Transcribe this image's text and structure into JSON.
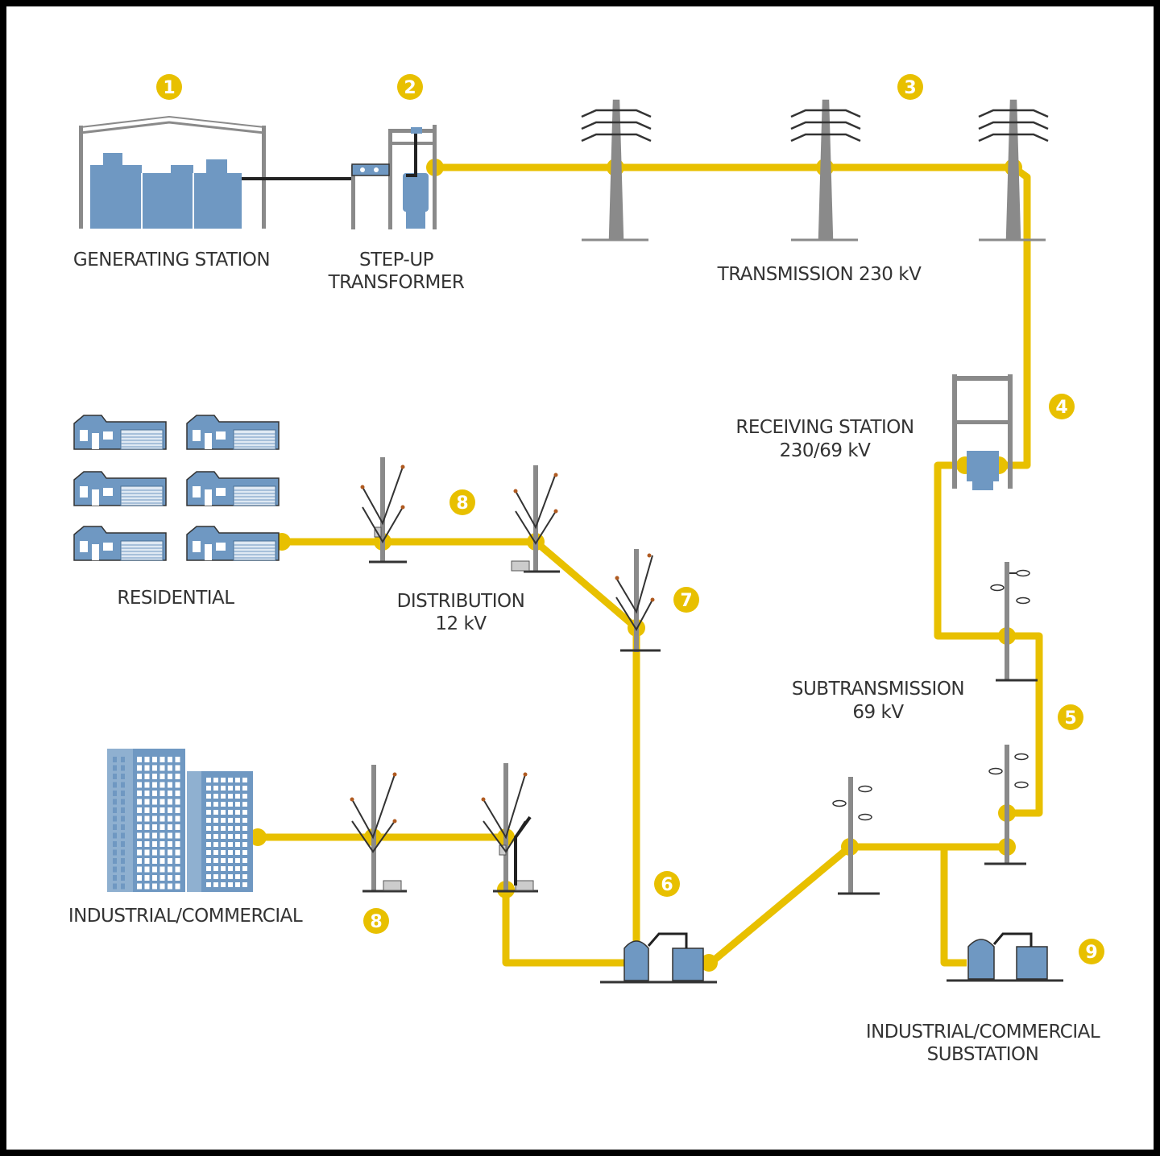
{
  "labels": {
    "generating_station": "GENERATING STATION",
    "step_up_1": "STEP-UP",
    "step_up_2": "TRANSFORMER",
    "transmission": "TRANSMISSION 230 kV",
    "receiving_1": "RECEIVING STATION",
    "receiving_2": "230/69 kV",
    "residential": "RESIDENTIAL",
    "distribution_1": "DISTRIBUTION",
    "distribution_2": "12 kV",
    "subtransmission_1": "SUBTRANSMISSION",
    "subtransmission_2": "69 kV",
    "industrial_commercial": "INDUSTRIAL/COMMERCIAL",
    "substation_1": "INDUSTRIAL/COMMERCIAL",
    "substation_2": "SUBSTATION"
  },
  "markers": {
    "m1": "1",
    "m2": "2",
    "m3": "3",
    "m4": "4",
    "m5": "5",
    "m6": "6",
    "m7": "7",
    "m8a": "8",
    "m8b": "8",
    "m9": "9"
  },
  "colors": {
    "power_line": "#e8c000",
    "equipment": "#6f98c2",
    "equipment_dark": "#4a6f96",
    "structure": "#8a8a8a",
    "marker": "#e8c000",
    "text": "#333333"
  }
}
